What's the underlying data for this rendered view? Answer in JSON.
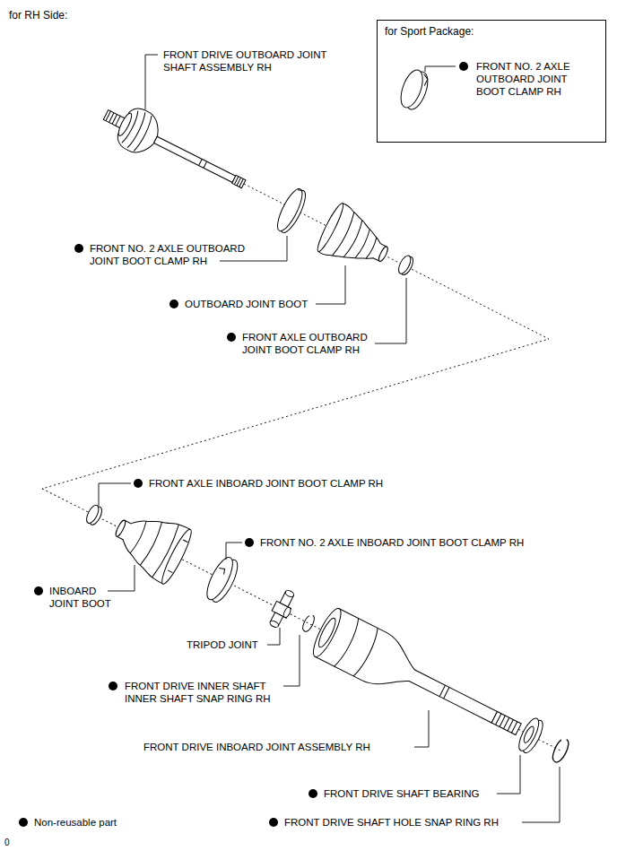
{
  "diagram": {
    "nodes": [
      {
        "text": [
          "for Sport Package:",
          "FRONT NO. 2 AXLE OUTBOARD JOINT BOOT CLAMP RH"
        ]
      }
    ],
    "labels": [
      "for RH Side:",
      "FRONT DRIVE OUTBOARD JOINT SHAFT ASSEMBLY RH",
      "FRONT NO. 2 AXLE OUTBOARD JOINT BOOT CLAMP RH",
      "OUTBOARD JOINT BOOT",
      "FRONT AXLE OUTBOARD JOINT BOOT CLAMP RH",
      "FRONT AXLE INBOARD JOINT BOOT CLAMP RH",
      "FRONT NO. 2 AXLE INBOARD JOINT BOOT CLAMP RH",
      "INBOARD JOINT BOOT",
      "TRIPOD JOINT",
      "FRONT DRIVE INNER SHAFT INNER SHAFT SNAP RING RH",
      "FRONT DRIVE INBOARD JOINT ASSEMBLY RH",
      "FRONT DRIVE SHAFT BEARING",
      "FRONT DRIVE SHAFT HOLE SNAP RING RH",
      "0"
    ],
    "legend": [
      {
        "text": "Non-reusable part"
      }
    ]
  }
}
